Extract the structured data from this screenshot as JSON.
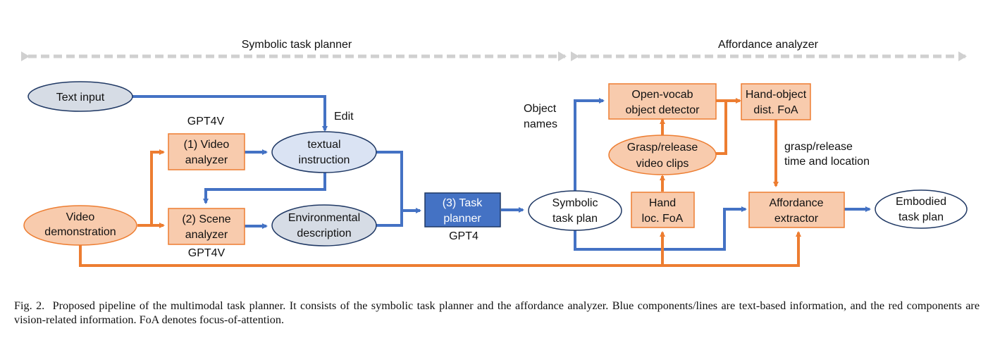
{
  "colors": {
    "text_blue": "#4472c4",
    "vision_orange": "#ed7d31",
    "orange_fill": "#f8cbad",
    "ellipse_blue_fill": "#dae3f3",
    "ellipse_gray_fill": "#d6dce5",
    "planner_fill": "#4472c4",
    "section_gray": "#d0d0d0",
    "outline_navy": "#1f3864"
  },
  "sections": {
    "symbolic": "Symbolic task planner",
    "affordance": "Affordance analyzer"
  },
  "nodes": {
    "text_input": {
      "lines": [
        "Text input"
      ]
    },
    "video_demo": {
      "lines": [
        "Video",
        "demonstration"
      ]
    },
    "video_analyzer": {
      "lines": [
        "(1) Video",
        "analyzer"
      ],
      "model": "GPT4V"
    },
    "scene_analyzer": {
      "lines": [
        "(2) Scene",
        "analyzer"
      ],
      "model": "GPT4V"
    },
    "textual_instruction": {
      "lines": [
        "textual",
        "instruction"
      ]
    },
    "env_description": {
      "lines": [
        "Environmental",
        "description"
      ]
    },
    "task_planner": {
      "lines": [
        "(3) Task",
        "planner"
      ],
      "model": "GPT4"
    },
    "symbolic_plan": {
      "lines": [
        "Symbolic",
        "task plan"
      ]
    },
    "open_vocab": {
      "lines": [
        "Open-vocab",
        "object detector"
      ]
    },
    "grasp_clips": {
      "lines": [
        "Grasp/release",
        "video clips"
      ]
    },
    "hand_loc": {
      "lines": [
        "Hand",
        "loc. FoA"
      ]
    },
    "hand_object": {
      "lines": [
        "Hand-object",
        "dist. FoA"
      ]
    },
    "affordance_extractor": {
      "lines": [
        "Affordance",
        "extractor"
      ]
    },
    "embodied_plan": {
      "lines": [
        "Embodied",
        "task plan"
      ]
    }
  },
  "edge_labels": {
    "edit": "Edit",
    "object_names": [
      "Object",
      "names"
    ],
    "grasp_release": [
      "grasp/release",
      "time and location"
    ]
  },
  "caption": {
    "fig": "Fig. 2.",
    "text": "Proposed pipeline of the multimodal task planner. It consists of the symbolic task planner and the affordance analyzer. Blue components/lines are text-based information, and the red components are vision-related information. FoA denotes focus-of-attention."
  }
}
